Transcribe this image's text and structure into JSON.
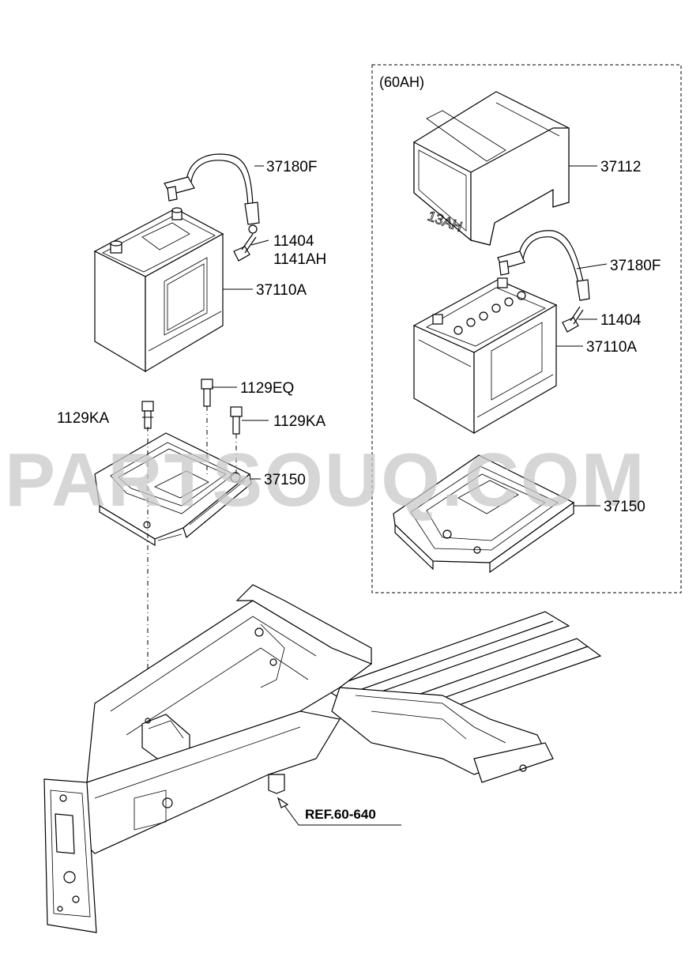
{
  "group_box": {
    "label": "(60AH)"
  },
  "left_parts": {
    "cable": "37180F",
    "bolt_a": "11404",
    "bolt_b": "1141AH",
    "battery": "37110A",
    "bolt_eq": "1129EQ",
    "bolt_ka_left": "1129KA",
    "bolt_ka_right": "1129KA",
    "tray": "37150"
  },
  "right_parts": {
    "cover": "37112",
    "cable": "37180F",
    "bolt": "11404",
    "battery": "37110A",
    "tray": "37150"
  },
  "ref": {
    "label": "REF.60-640"
  },
  "watermark": {
    "text": "PARTSOUQ.COM"
  },
  "cover_mark": "13AH"
}
